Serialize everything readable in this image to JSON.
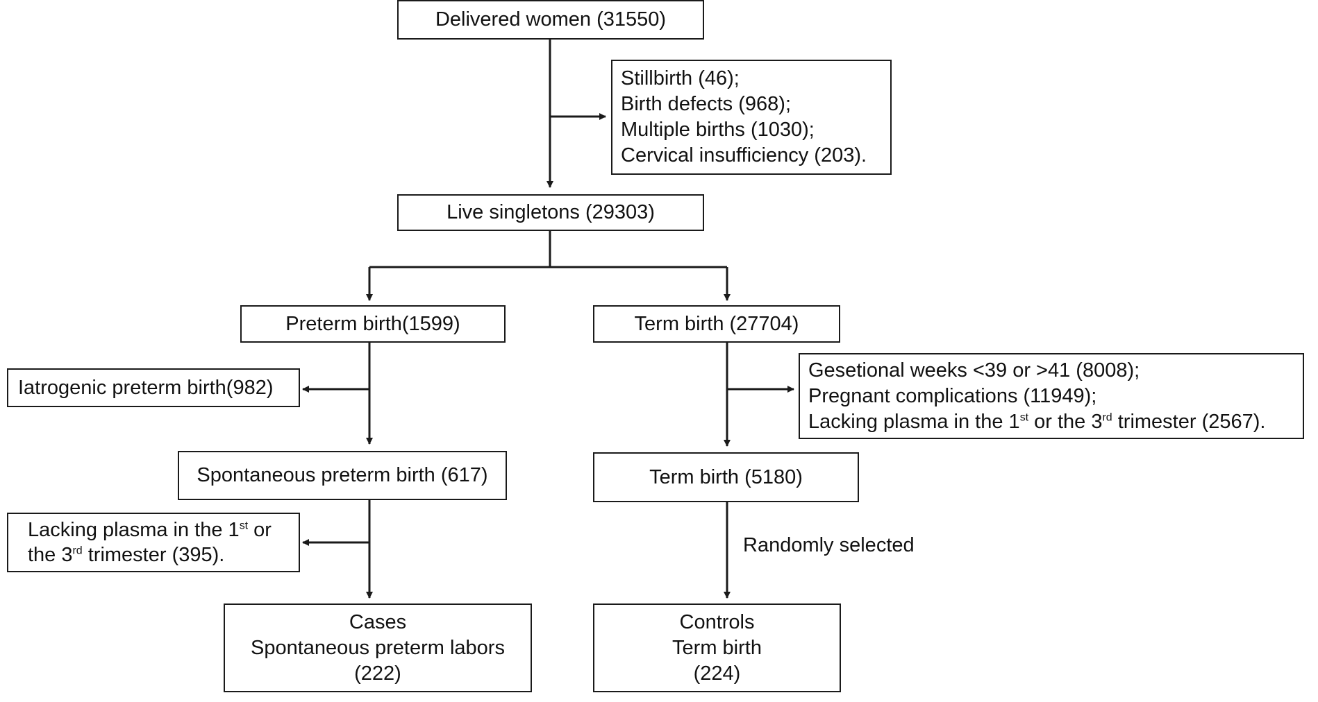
{
  "nodes": {
    "delivered": {
      "text": "Delivered women (31550)"
    },
    "exclusion1": {
      "line1": "Stillbirth (46);",
      "line2": "Birth defects (968);",
      "line3": "Multiple births (1030);",
      "line4": "Cervical insufficiency (203)."
    },
    "live": {
      "text": "Live singletons (29303)"
    },
    "preterm": {
      "text": "Preterm birth(1599)"
    },
    "term": {
      "text": "Term birth (27704)"
    },
    "iatrogenic": {
      "text": "Iatrogenic preterm birth(982)"
    },
    "exclusion_term": {
      "line1": "Gesetional weeks <39 or >41 (8008);",
      "line2": "Pregnant complications (11949);",
      "line3_a": "Lacking plasma in the 1",
      "line3_sup1": "st",
      "line3_b": " or the 3",
      "line3_sup2": "rd",
      "line3_c": " trimester (2567)."
    },
    "spontaneous": {
      "text": "Spontaneous preterm birth (617)"
    },
    "term2": {
      "text": "Term birth (5180)"
    },
    "lacking_preterm": {
      "line1_a": "Lacking plasma in the 1",
      "line1_sup": "st",
      "line1_b": " or",
      "line2_a": "the 3",
      "line2_sup": "rd",
      "line2_b": " trimester (395)."
    },
    "cases": {
      "line1": "Cases",
      "line2": "Spontaneous preterm labors",
      "line3": "(222)"
    },
    "controls": {
      "line1": "Controls",
      "line2": "Term birth",
      "line3": "(224)"
    }
  },
  "labels": {
    "randomly_selected": "Randomly selected"
  },
  "colors": {
    "stroke": "#1a1a1a",
    "background": "#ffffff"
  }
}
